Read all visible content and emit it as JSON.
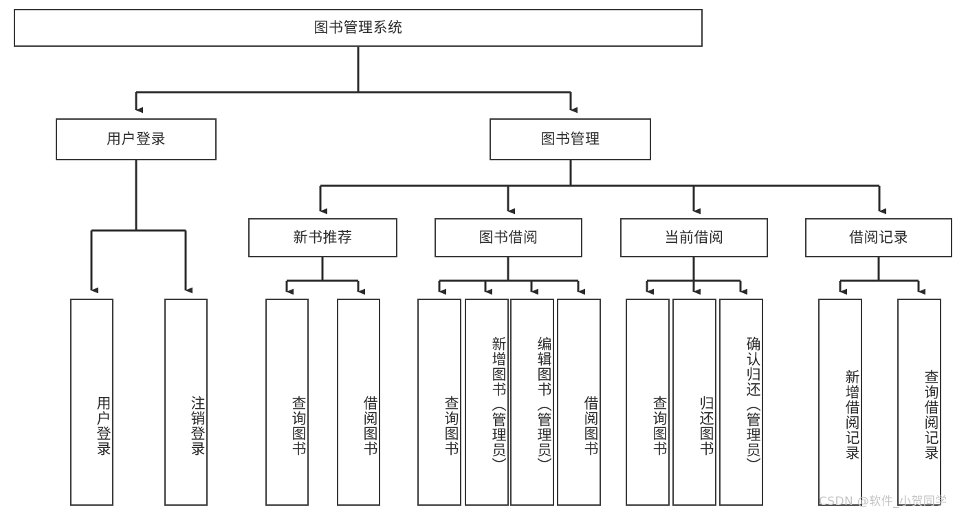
{
  "diagram": {
    "type": "tree",
    "title": "图书管理系统",
    "colors": {
      "box_border": "#3a3a3a",
      "box_fill": "#ffffff",
      "connector": "#2b2b2b",
      "text": "#2b2b2b",
      "watermark": "#c4c4c4"
    },
    "levels": {
      "root": {
        "label": "图书管理系统"
      },
      "level2": [
        {
          "id": "user-login",
          "label": "用户登录"
        },
        {
          "id": "book-manage",
          "label": "图书管理"
        }
      ],
      "level3": [
        {
          "id": "new-book-recommend",
          "label": "新书推荐"
        },
        {
          "id": "book-borrow",
          "label": "图书借阅"
        },
        {
          "id": "current-borrow",
          "label": "当前借阅"
        },
        {
          "id": "borrow-record",
          "label": "借阅记录"
        }
      ],
      "leaves": {
        "user-login": [
          {
            "id": "leaf-user-login",
            "label": "用户登录"
          },
          {
            "id": "leaf-logout",
            "label": "注销登录"
          }
        ],
        "new-book-recommend": [
          {
            "id": "leaf-query-book-1",
            "label": "查询图书"
          },
          {
            "id": "leaf-borrow-book-1",
            "label": "借阅图书"
          }
        ],
        "book-borrow": [
          {
            "id": "leaf-query-book-2",
            "label": "查询图书"
          },
          {
            "id": "leaf-add-book",
            "label": "新增图书（管理员）"
          },
          {
            "id": "leaf-edit-book",
            "label": "编辑图书（管理员）"
          },
          {
            "id": "leaf-borrow-book-2",
            "label": "借阅图书"
          }
        ],
        "current-borrow": [
          {
            "id": "leaf-query-book-3",
            "label": "查询图书"
          },
          {
            "id": "leaf-return-book",
            "label": "归还图书"
          },
          {
            "id": "leaf-confirm-return",
            "label": "确认归还（管理员）"
          }
        ],
        "borrow-record": [
          {
            "id": "leaf-add-record",
            "label": "新增借阅记录"
          },
          {
            "id": "leaf-query-record",
            "label": "查询借阅记录"
          }
        ]
      }
    }
  },
  "watermark": {
    "text": "CSDN @软件_小贺同学"
  }
}
